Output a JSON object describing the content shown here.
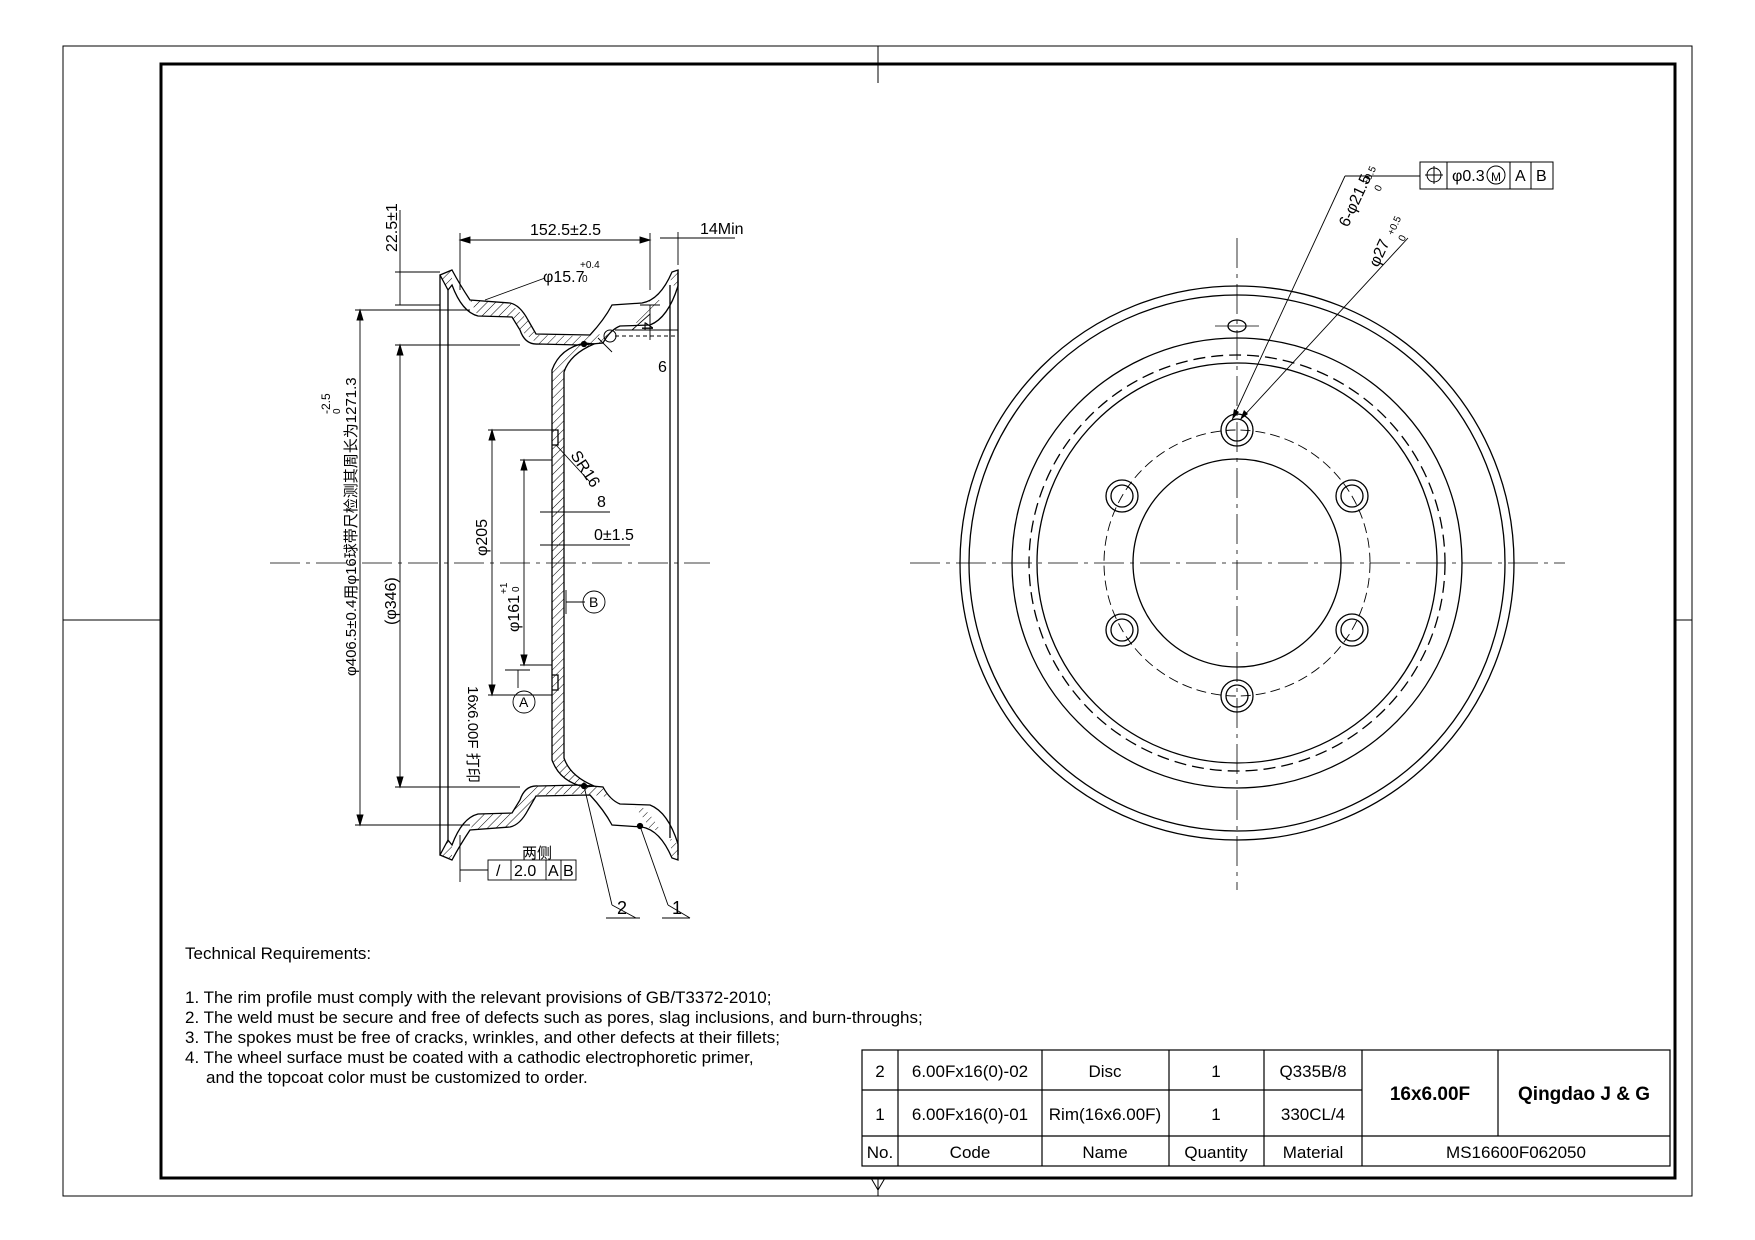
{
  "left_view": {
    "dims": {
      "width": "152.5±2.5",
      "min14": "14Min",
      "flange": "22.5±1",
      "hole": "φ15.7",
      "hole_tol": "+0.4",
      "hole_tol0": "0",
      "weld6": "6",
      "dim4": "4",
      "sr": "SR16",
      "dim8": "8",
      "offset": "0±1.5",
      "d205": "φ205",
      "d161": "φ161",
      "d161_tol": "+1",
      "d161_tol0": "0",
      "d346": "(φ346)",
      "d406": "φ406.5±0.4用φ16球带尺检测其周长为1271.3",
      "d406_tol0": "0",
      "d406_tol": "-2.5",
      "stamp": "16x6.00F 打印",
      "both_sides": "两侧",
      "runout_symbol": "/",
      "runout_value": "2.0",
      "datum_a": "A",
      "datum_b": "B"
    },
    "callouts": {
      "c2": "2",
      "c1": "1"
    }
  },
  "right_view": {
    "bolt_holes": "6-φ21.5",
    "bolt_holes_tol": "+0.5",
    "bolt_holes_tol0": "0",
    "counter": "φ27",
    "counter_tol": "+0.5",
    "counter_tol0": "0",
    "fcf": {
      "symbol": "⌖",
      "value": "φ0.3",
      "modifier": "M",
      "datum1": "A",
      "datum2": "B"
    }
  },
  "requirements": {
    "title": "Technical Requirements:",
    "items": [
      "1. The rim profile must comply with the relevant provisions of GB/T3372-2010;",
      "2. The weld must be secure and free of defects such as pores, slag inclusions, and burn-throughs;",
      "3. The spokes must be free of cracks, wrinkles, and other defects at their fillets;",
      "4. The wheel surface must be coated with a cathodic electrophoretic primer,",
      "and the topcoat color must be customized to order."
    ]
  },
  "title_block": {
    "rows": [
      {
        "no": "2",
        "code": "6.00Fx16(0)-02",
        "name": "Disc",
        "qty": "1",
        "material": "Q335B/8"
      },
      {
        "no": "1",
        "code": "6.00Fx16(0)-01",
        "name": "Rim(16x6.00F)",
        "qty": "1",
        "material": "330CL/4"
      }
    ],
    "headers": {
      "no": "No.",
      "code": "Code",
      "name": "Name",
      "qty": "Quantity",
      "material": "Material"
    },
    "product": "16x6.00F",
    "company": "Qingdao J & G",
    "drawing_number": "MS16600F062050"
  }
}
